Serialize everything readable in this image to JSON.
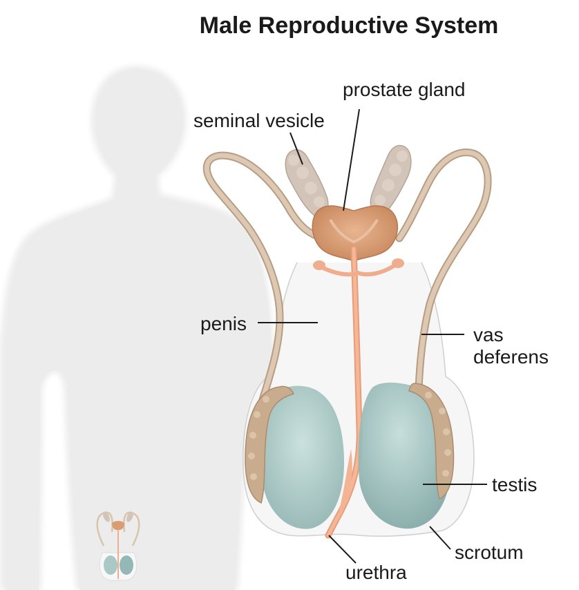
{
  "title": "Male Reproductive System",
  "labels": {
    "prostate_gland": "prostate gland",
    "seminal_vesicle": "seminal vesicle",
    "penis": "penis",
    "vas_deferens_line1": "vas",
    "vas_deferens_line2": "deferens",
    "testis": "testis",
    "scrotum": "scrotum",
    "urethra": "urethra"
  },
  "colors": {
    "silhouette": "#ededed",
    "vas_deferens": "#d9c4ac",
    "seminal_vesicle": "#d2c4b8",
    "prostate": "#d99d73",
    "urethra": "#f0ad8d",
    "testis": "#a9c9c6",
    "epididymis": "#c9ab8e"
  }
}
